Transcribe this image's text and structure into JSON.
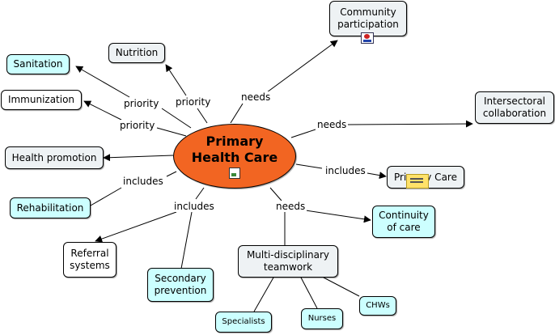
{
  "central": {
    "title": "Primary Health Care",
    "icon": "image-icon",
    "color": "#f26522"
  },
  "concepts": {
    "community_participation": "Community participation",
    "nutrition": "Nutrition",
    "sanitation": "Sanitation",
    "immunization": "Immunization",
    "intersectoral_collaboration": "Intersectoral collaboration",
    "health_promotion": "Health promotion",
    "primary_care": "Primary Care",
    "rehabilitation": "Rehabilitation",
    "continuity_of_care": "Continuity of care",
    "referral_systems": "Referral systems",
    "secondary_prevention": "Secondary prevention",
    "multidisciplinary_teamwork": "Multi-disciplinary teamwork",
    "chws": "CHWs",
    "specialists": "Specialists",
    "nurses": "Nurses"
  },
  "links": {
    "needs_community": "needs",
    "priority_nutrition": "priority",
    "priority_sanitation": "priority",
    "priority_immunization": "priority",
    "needs_intersectoral": "needs",
    "includes_primary_care": "includes",
    "includes_rehabilitation": "includes",
    "includes_referral": "includes",
    "needs_continuity": "needs"
  },
  "colors": {
    "cyan_concept": "#ccffff",
    "grey_concept": "#eef2f4",
    "white_concept": "#ffffff"
  }
}
